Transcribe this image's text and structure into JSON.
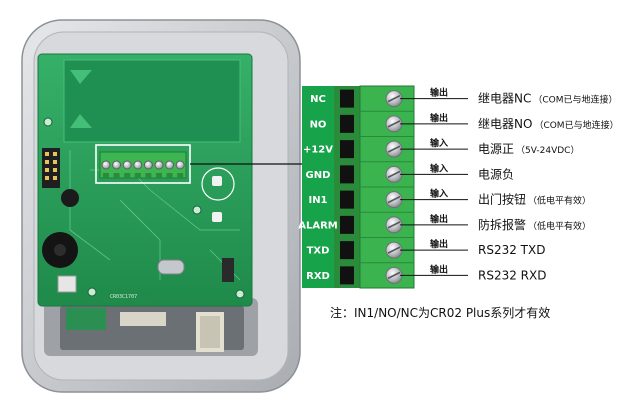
{
  "terminals": [
    {
      "pin": "NC",
      "direction": "输出",
      "function": "继电器NC",
      "note": "（COM已与地连接）"
    },
    {
      "pin": "NO",
      "direction": "输出",
      "function": "继电器NO",
      "note": "（COM已与地连接）"
    },
    {
      "pin": "+12V",
      "direction": "输入",
      "function": "电源正",
      "note": "（5V-24VDC）"
    },
    {
      "pin": "GND",
      "direction": "输入",
      "function": "电源负",
      "note": ""
    },
    {
      "pin": "IN1",
      "direction": "输入",
      "function": "出门按钮",
      "note": "（低电平有效）"
    },
    {
      "pin": "ALARM",
      "direction": "输出",
      "function": "防拆报警",
      "note": "（低电平有效）"
    },
    {
      "pin": "TXD",
      "direction": "输出",
      "function": "RS232 TXD",
      "note": ""
    },
    {
      "pin": "RXD",
      "direction": "输出",
      "function": "RS232 RXD",
      "note": ""
    }
  ],
  "board_marking": "CR03C1707",
  "footnote": "注：IN1/NO/NC为CR02 Plus系列才有效",
  "colors": {
    "pcb": "#2a9e5a",
    "terminal_green": "#35b44a",
    "pin_panel": "#17a34a",
    "case": "#c9ccd0"
  }
}
